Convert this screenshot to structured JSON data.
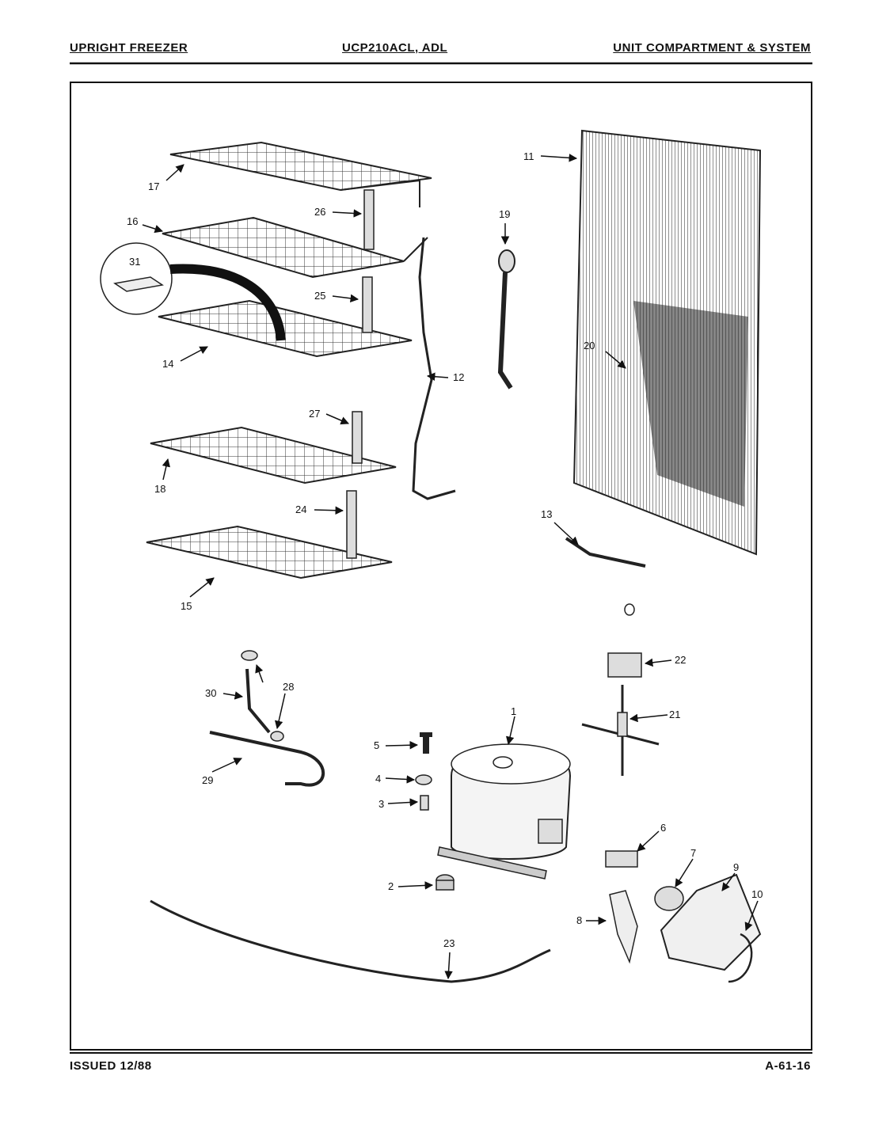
{
  "header": {
    "left": "UPRIGHT FREEZER",
    "center": "UCP210ACL, ADL",
    "right": "UNIT COMPARTMENT & SYSTEM"
  },
  "footer": {
    "left": "ISSUED 12/88",
    "right": "A-61-16"
  },
  "callouts": {
    "c1": "1",
    "c2": "2",
    "c3": "3",
    "c4": "4",
    "c5": "5",
    "c6": "6",
    "c7": "7",
    "c8": "8",
    "c9": "9",
    "c10": "10",
    "c11": "11",
    "c12": "12",
    "c13": "13",
    "c14": "14",
    "c15": "15",
    "c16": "16",
    "c17": "17",
    "c18": "18",
    "c19": "19",
    "c20": "20",
    "c21": "21",
    "c22": "22",
    "c23": "23",
    "c24": "24",
    "c25": "25",
    "c26": "26",
    "c27": "27",
    "c28": "28",
    "c29": "29",
    "c30": "30",
    "c31": "31"
  }
}
